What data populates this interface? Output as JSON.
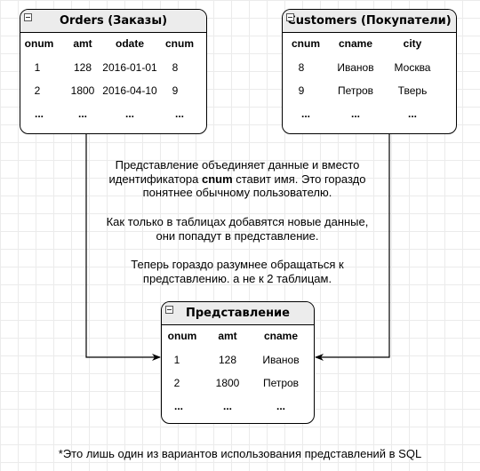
{
  "orders": {
    "title": "Orders (Заказы)",
    "columns": [
      "onum",
      "amt",
      "odate",
      "cnum"
    ],
    "rows": [
      [
        "1",
        "128",
        "2016-01-01",
        "8"
      ],
      [
        "2",
        "1800",
        "2016-04-10",
        "9"
      ],
      [
        "...",
        "...",
        "...",
        "..."
      ]
    ]
  },
  "customers": {
    "title": "Customers (Покупатели)",
    "columns": [
      "cnum",
      "cname",
      "city"
    ],
    "rows": [
      [
        "8",
        "Иванов",
        "Москва"
      ],
      [
        "9",
        "Петров",
        "Тверь"
      ],
      [
        "...",
        "...",
        "..."
      ]
    ]
  },
  "view": {
    "title": "Представление",
    "columns": [
      "onum",
      "amt",
      "cname"
    ],
    "rows": [
      [
        "1",
        "128",
        "Иванов"
      ],
      [
        "2",
        "1800",
        "Петров"
      ],
      [
        "...",
        "...",
        "..."
      ]
    ]
  },
  "explanation": {
    "p1_before": "Представление объединяет данные и вместо идентификатора ",
    "p1_bold": "cnum",
    "p1_after": " ставит имя. Это гораздо понятнее обычному пользователю.",
    "p2": "Как только в таблицах добавятся новые данные, они попадут в представление.",
    "p3": "Теперь гораздо разумнее обращаться к представлению. а не к 2 таблицам."
  },
  "footnote": "*Это лишь один из вариантов использования представлений в SQL"
}
